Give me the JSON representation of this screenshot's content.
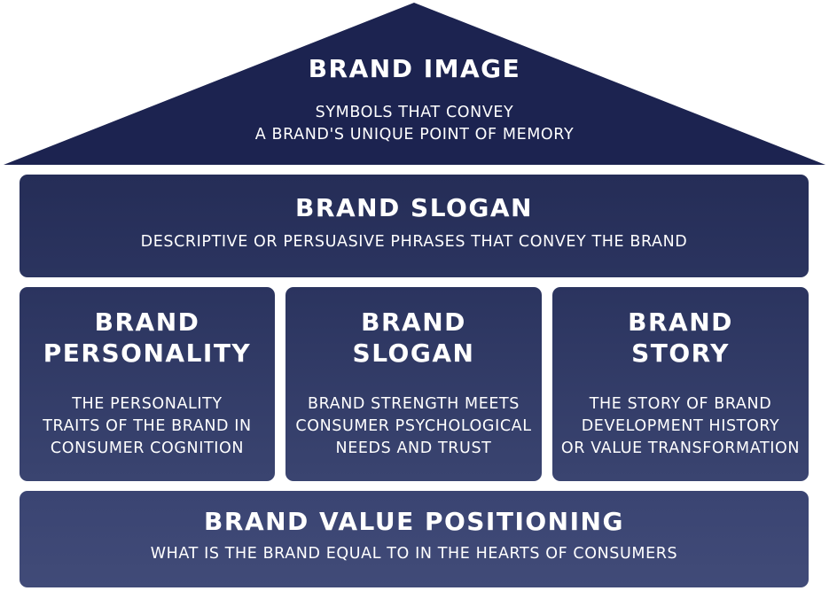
{
  "roof": {
    "title": "BRAND IMAGE",
    "desc_lines": [
      "SYMBOLS THAT CONVEY",
      "A BRAND'S UNIQUE POINT OF MEMORY"
    ]
  },
  "slogan_band": {
    "title": "BRAND SLOGAN",
    "desc": "DESCRIPTIVE OR PERSUASIVE PHRASES THAT CONVEY THE BRAND"
  },
  "pillars": [
    {
      "title_lines": [
        "BRAND",
        "PERSONALITY"
      ],
      "desc_lines": [
        "THE PERSONALITY",
        "TRAITS OF THE BRAND IN",
        "CONSUMER COGNITION"
      ]
    },
    {
      "title_lines": [
        "BRAND",
        "SLOGAN"
      ],
      "desc_lines": [
        "BRAND STRENGTH MEETS",
        "CONSUMER PSYCHOLOGICAL",
        "NEEDS AND TRUST"
      ]
    },
    {
      "title_lines": [
        "BRAND",
        "STORY"
      ],
      "desc_lines": [
        "THE STORY OF BRAND",
        "DEVELOPMENT HISTORY",
        "OR VALUE TRANSFORMATION"
      ]
    }
  ],
  "base_band": {
    "title": "BRAND VALUE POSITIONING",
    "desc": "WHAT IS THE BRAND EQUAL TO IN THE HEARTS OF CONSUMERS"
  },
  "colors": {
    "roof": "#1c2350",
    "slogan_band": "#252d57",
    "pillars": "#2f3862",
    "base_band": "#3d4774",
    "text": "#ffffff"
  }
}
